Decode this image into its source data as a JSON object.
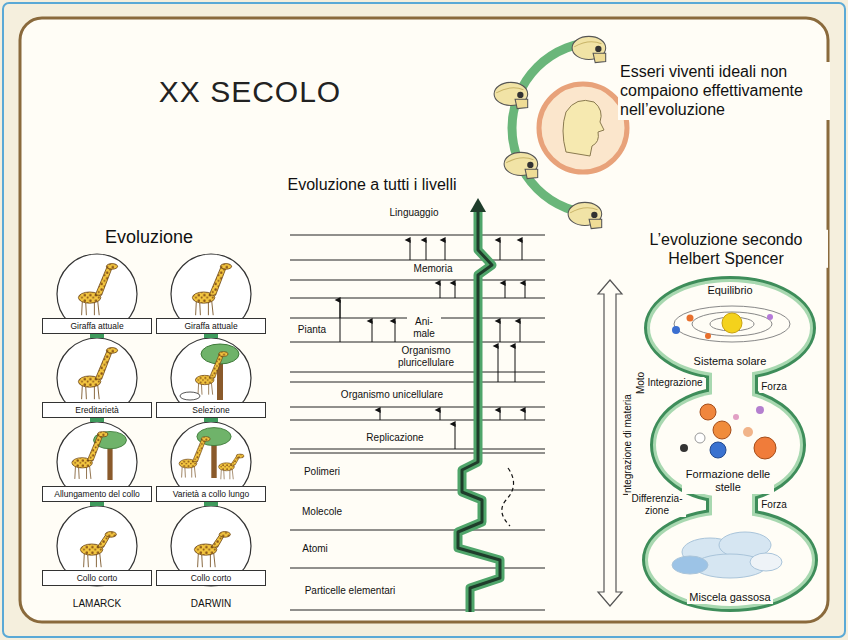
{
  "diagram": {
    "title": "XX SECOLO",
    "nodes": [
      {
        "text": [
          "Giraffa attuale"
        ]
      },
      {
        "text": [
          "Ereditarietà"
        ]
      },
      {
        "text": [
          "Allungamento del collo"
        ]
      },
      {
        "text": [
          "Collo corto"
        ]
      },
      {
        "text": [
          "Giraffa attuale"
        ]
      },
      {
        "text": [
          "Selezione"
        ]
      },
      {
        "text": [
          "Varietà a collo lungo"
        ]
      },
      {
        "text": [
          "Collo corto"
        ]
      },
      {
        "text": [
          "Equilibrio",
          "Sistema solare"
        ]
      },
      {
        "text": [
          "Formazione delle stelle"
        ]
      },
      {
        "text": [
          "Miscela gassosa"
        ]
      }
    ],
    "edges": [
      {
        "from": 0,
        "to": 1,
        "arrow": "none"
      },
      {
        "from": 1,
        "to": 2,
        "arrow": "none"
      },
      {
        "from": 2,
        "to": 3,
        "arrow": "none"
      },
      {
        "from": 4,
        "to": 5,
        "arrow": "none"
      },
      {
        "from": 5,
        "to": 6,
        "arrow": "none"
      },
      {
        "from": 6,
        "to": 7,
        "arrow": "none"
      }
    ],
    "labels": [
      "Esseri viventi ideali non compaiono effettivamente nell’evoluzione",
      "Evoluzione",
      "LAMARCK",
      "DARWIN",
      "Evoluzione a tutti i livelli",
      "Linguaggio",
      "Memoria",
      "Pianta",
      "Ani- male",
      "Organismo pluricellulare",
      "Organismo unicellulare",
      "Replicazione",
      "Polimeri",
      "Molecole",
      "Atomi",
      "Particelle elementari",
      "L’evoluzione secondo Helbert Spencer",
      "Integrazione di materia",
      "Moto",
      "Integrazione",
      "Forza",
      "Differenzia- zione",
      "Forza"
    ]
  }
}
